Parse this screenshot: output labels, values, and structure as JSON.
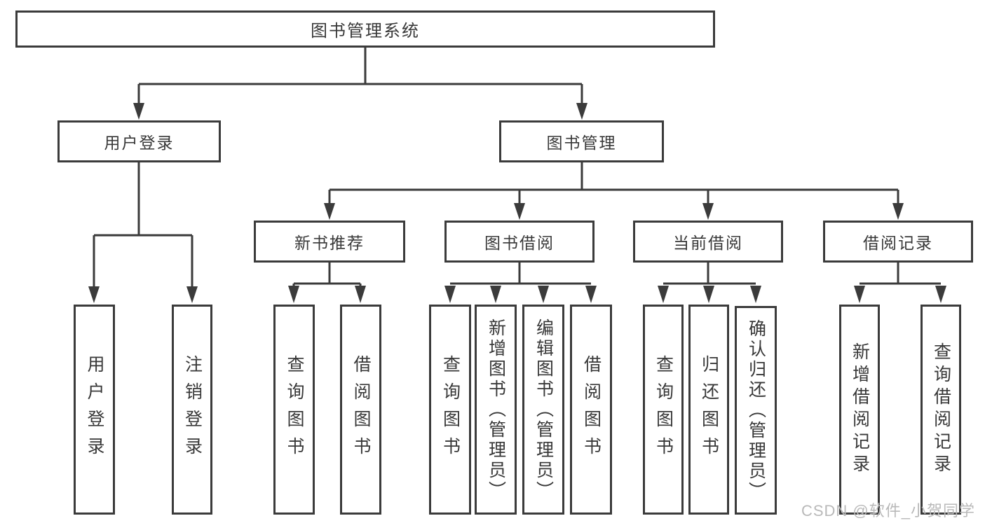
{
  "diagram": {
    "type": "tree",
    "root": {
      "label": "图书管理系统",
      "children": [
        {
          "label": "用户登录",
          "children": [
            {
              "label": "用户登录"
            },
            {
              "label": "注销登录"
            }
          ]
        },
        {
          "label": "图书管理",
          "children": [
            {
              "label": "新书推荐",
              "children": [
                {
                  "label": "查询图书"
                },
                {
                  "label": "借阅图书"
                }
              ]
            },
            {
              "label": "图书借阅",
              "children": [
                {
                  "label": "查询图书"
                },
                {
                  "label": "新增图书（管理员）"
                },
                {
                  "label": "编辑图书（管理员）"
                },
                {
                  "label": "借阅图书"
                }
              ]
            },
            {
              "label": "当前借阅",
              "children": [
                {
                  "label": "查询图书"
                },
                {
                  "label": "归还图书"
                },
                {
                  "label": "确认归还（管理员）"
                }
              ]
            },
            {
              "label": "借阅记录",
              "children": [
                {
                  "label": "新增借阅记录"
                },
                {
                  "label": "查询借阅记录"
                }
              ]
            }
          ]
        }
      ]
    },
    "watermark": "CSDN @软件_小贺同学",
    "colors": {
      "line": "#3b3b3b",
      "box_border": "#3b3b3b",
      "text": "#383838",
      "background": "#ffffff",
      "watermark": "#b9b9b9"
    }
  }
}
